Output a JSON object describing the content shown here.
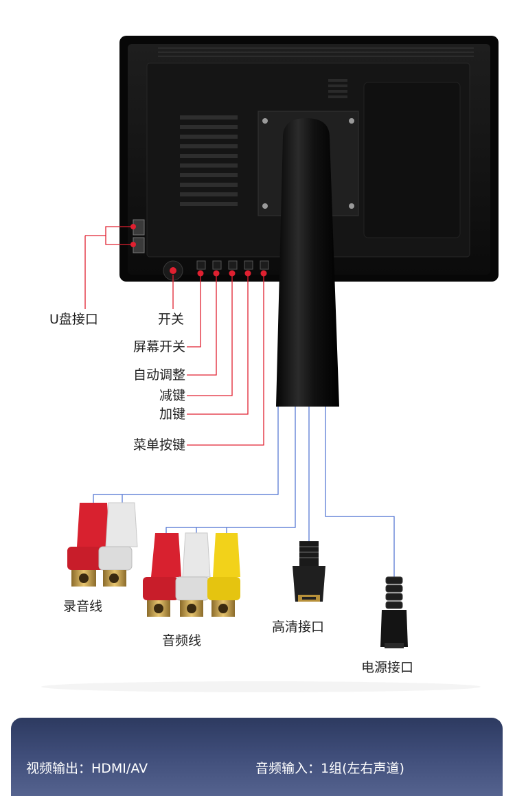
{
  "labels": {
    "usb": "U盘接口",
    "power_switch": "开关",
    "screen_switch": "屏幕开关",
    "auto_adjust": "自动调整",
    "minus_key": "减键",
    "plus_key": "加键",
    "menu_key": "菜单按键",
    "recording_cable": "录音线",
    "audio_cable": "音频线",
    "hdmi_port": "高清接口",
    "power_port": "电源接口"
  },
  "specs": {
    "video_output": "视频输出：HDMI/AV",
    "audio_input": "音频输入：1组(左右声道)"
  },
  "colors": {
    "red_callout": "#e02030",
    "blue_callout": "#4a6fd0",
    "monitor_body": "#141414",
    "rca_red": "#d8212f",
    "rca_white": "#e8e8e8",
    "rca_yellow": "#f2d21a"
  }
}
